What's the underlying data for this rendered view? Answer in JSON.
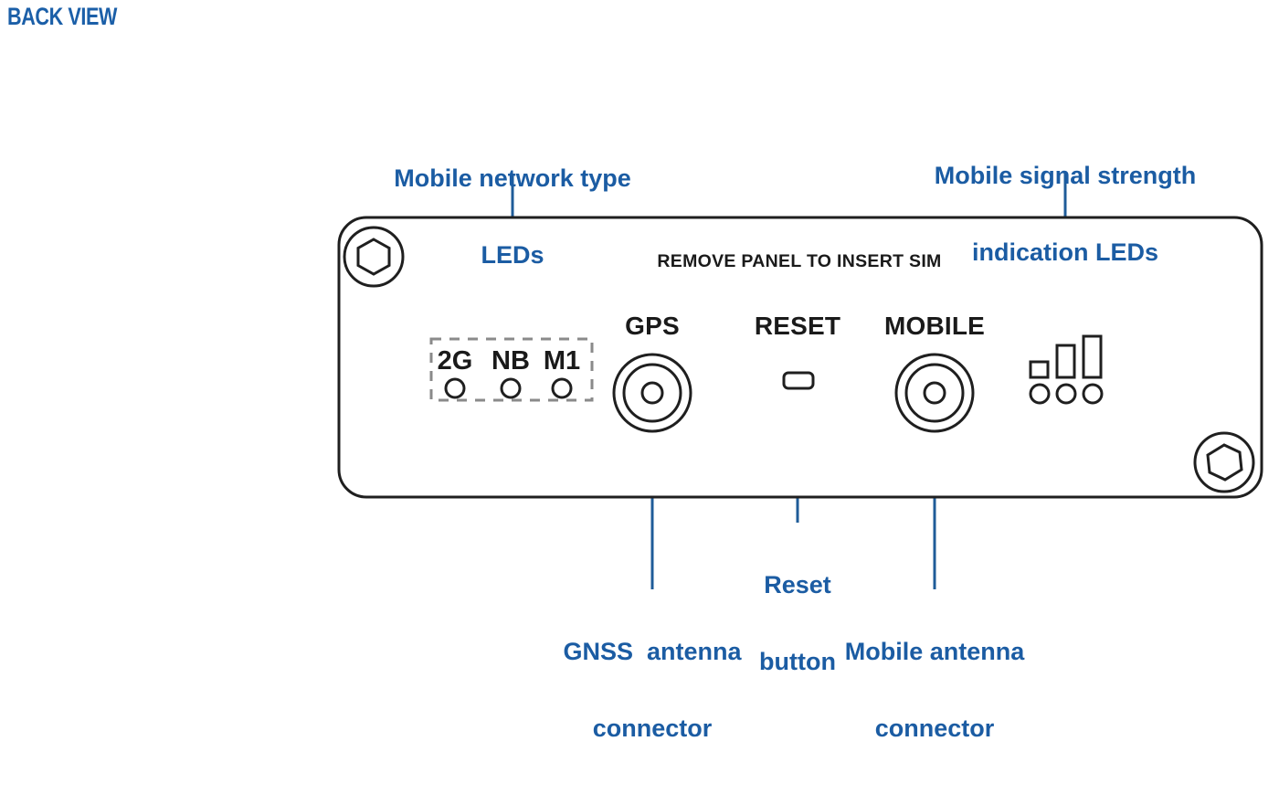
{
  "page": {
    "title": "BACK VIEW",
    "title_color": "#1b5fa8",
    "background_color": "#ffffff",
    "accent_color": "#1b5ca3",
    "line_color": "#1f1f1f"
  },
  "device": {
    "panel_instruction": "REMOVE PANEL TO INSERT SIM",
    "ports": [
      {
        "name": "gps-port-label",
        "label": "GPS"
      },
      {
        "name": "reset-port-label",
        "label": "RESET"
      },
      {
        "name": "mobile-port-label",
        "label": "MOBILE"
      }
    ],
    "network_type_leds": [
      {
        "label": "2G"
      },
      {
        "label": "NB"
      },
      {
        "label": "M1"
      }
    ],
    "signal_leds_count": 3,
    "signal_bars_count": 3,
    "screws_count": 2
  },
  "callouts": [
    {
      "id": "mobile-network-type-leds",
      "line1": "Mobile network type",
      "line2": "LEDs"
    },
    {
      "id": "mobile-signal-strength-leds",
      "line1": "Mobile signal strength",
      "line2": "indication LEDs"
    },
    {
      "id": "gnss-antenna-connector",
      "line1": "GNSS  antenna",
      "line2": "connector"
    },
    {
      "id": "reset-button",
      "line1": "Reset",
      "line2": "button"
    },
    {
      "id": "mobile-antenna-connector",
      "line1": "Mobile antenna",
      "line2": "connector"
    }
  ]
}
